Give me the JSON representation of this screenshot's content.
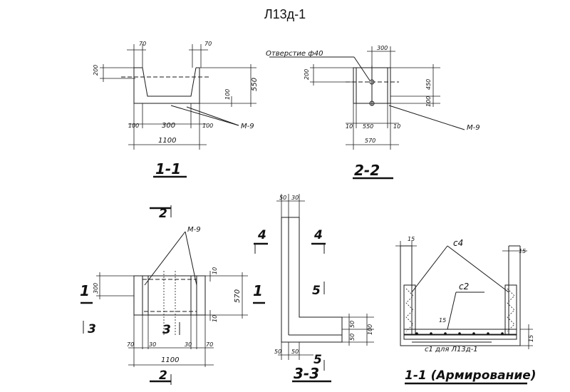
{
  "title": "Л13д-1",
  "section_1_1": {
    "label": "1-1",
    "dims": {
      "top_left": "70",
      "top_right": "70",
      "h_left": "200",
      "h_right": "550",
      "bottom_step": "100",
      "inner": "300",
      "edge_left": "100",
      "edge_right": "100",
      "total": "1100"
    },
    "callout": "М-9"
  },
  "section_2_2": {
    "label": "2-2",
    "hole_label": "Отверстие ф40",
    "dims": {
      "top": "300",
      "left": "200",
      "right_upper": "450",
      "right_lower": "100",
      "side_left": "10",
      "middle": "550",
      "side_right": "10",
      "total": "570"
    },
    "callout": "М-9"
  },
  "plan": {
    "callout": "М-9",
    "cut_top": "2",
    "cut_bottom": "2",
    "cut_left": "1",
    "cut_right": "1",
    "cut_left_lower": "3",
    "cut_middle": "3",
    "dims": {
      "left": "300",
      "top_small": "10",
      "right": "570",
      "bottom_small": "10",
      "b1": "70",
      "b2": "30",
      "b3": "30",
      "b4": "70",
      "total": "1100"
    }
  },
  "section_3_3": {
    "label": "3-3",
    "cut_left": "4",
    "cut_right": "4",
    "cut_mid": "5",
    "cut_bottom": "5",
    "dims": {
      "top_a": "50",
      "top_b": "30",
      "r1": "50",
      "r2": "50",
      "r_total": "100",
      "b_left": "50",
      "b_mid": "50"
    }
  },
  "section_reinf": {
    "label": "1-1 (Армирование)",
    "c4": "с4",
    "c2": "с2",
    "c1_note": "с1 для Л13д-1",
    "dim_left": "15",
    "dim_right": "15",
    "dim_mid": "15",
    "dim_side": "15"
  }
}
